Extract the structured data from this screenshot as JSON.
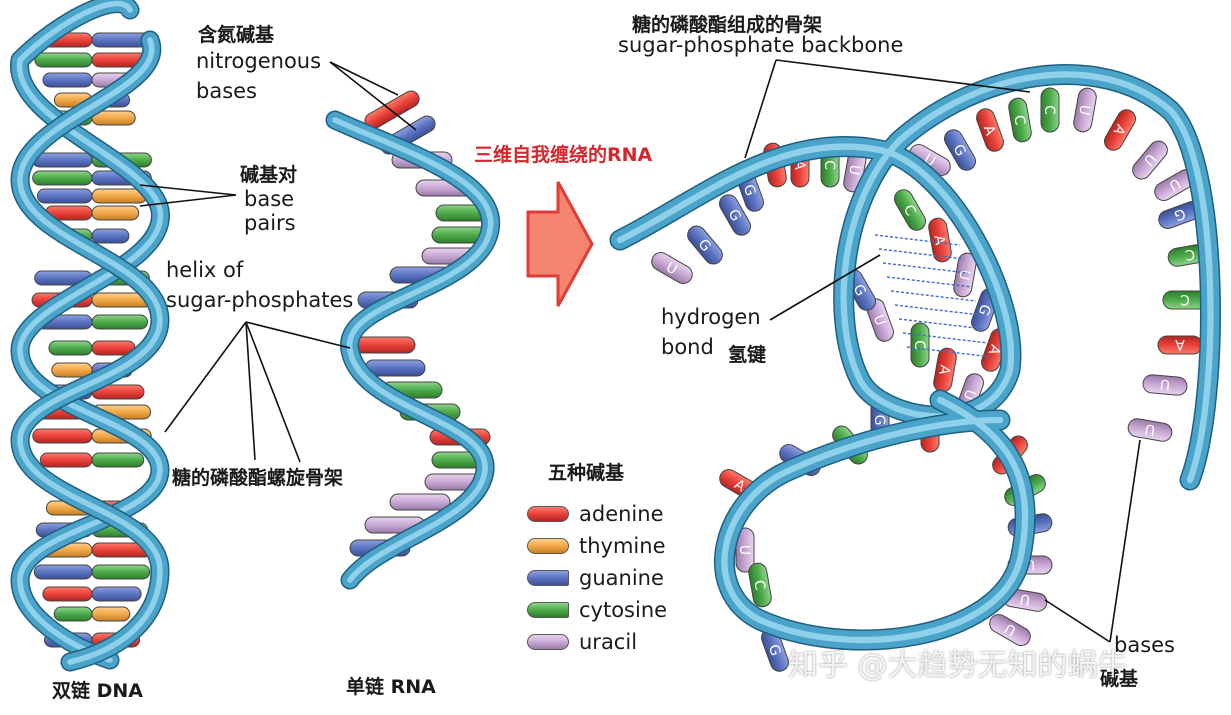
{
  "labels": {
    "nitrogenous_zh": "含氮碱基",
    "nitrogenous_en_1": "nitrogenous",
    "nitrogenous_en_2": "bases",
    "basepairs_zh": "碱基对",
    "basepairs_en_1": "base",
    "basepairs_en_2": "pairs",
    "helix_en_1": "helix of",
    "helix_en_2": "sugar-phosphates",
    "helix_zh": "糖的磷酸酯螺旋骨架",
    "dna_title": "双链  DNA",
    "rna_title": "单链  RNA",
    "rna_3d": "三维自我缠绕的RNA",
    "backbone_zh": "糖的磷酸酯组成的骨架",
    "backbone_en": "sugar-phosphate backbone",
    "hbond_en_1": "hydrogen",
    "hbond_en_2": "bond",
    "hbond_zh": "氢键",
    "bases_en": "bases",
    "bases_zh": "碱基",
    "legend_title": "五种碱基",
    "watermark": "知乎 @大趋势无知的蜗牛"
  },
  "legend": [
    {
      "name": "adenine",
      "color": "#e8413a"
    },
    {
      "name": "thymine",
      "color": "#f0a84a"
    },
    {
      "name": "guanine",
      "color": "#5b73c0"
    },
    {
      "name": "cytosine",
      "color": "#4daa4a"
    },
    {
      "name": "uracil",
      "color": "#c9a8d4"
    }
  ],
  "colors": {
    "backbone": "#4aa3c9",
    "backbone_dark": "#2e7fa6",
    "arrow_fill": "#f4856f",
    "arrow_stroke": "#e23b3b"
  },
  "rna_bases_letters": [
    "G",
    "A",
    "A",
    "C",
    "U",
    "G",
    "G",
    "U",
    "U",
    "G",
    "A",
    "C",
    "C",
    "U",
    "A",
    "U",
    "U",
    "G",
    "C",
    "C",
    "A",
    "U",
    "U",
    "C",
    "A",
    "U",
    "G",
    "A",
    "U",
    "A",
    "C",
    "U",
    "G",
    "G",
    "A",
    "A",
    "C",
    "G",
    "U",
    "U",
    "U",
    "C",
    "G",
    "A",
    "U",
    "C",
    "G"
  ]
}
